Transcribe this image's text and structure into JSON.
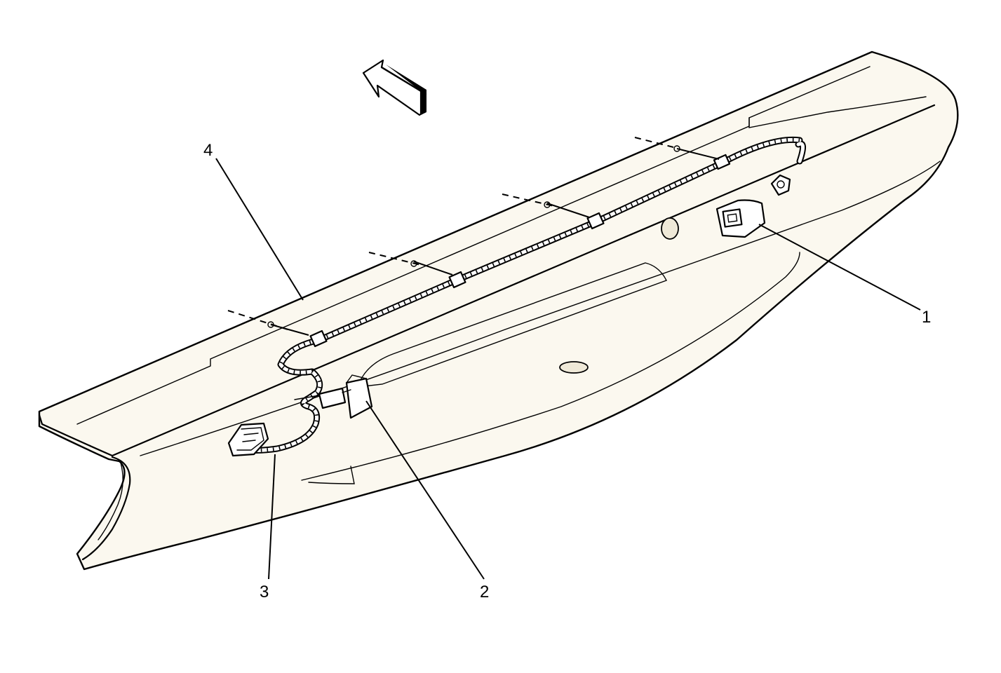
{
  "callouts": {
    "c1": "1",
    "c2": "2",
    "c3": "3",
    "c4": "4"
  },
  "icons": {
    "direction_arrow": "forward-direction-arrow-icon"
  },
  "colors": {
    "line": "#000000",
    "panel": "#fbf8ef",
    "background": "#ffffff"
  }
}
